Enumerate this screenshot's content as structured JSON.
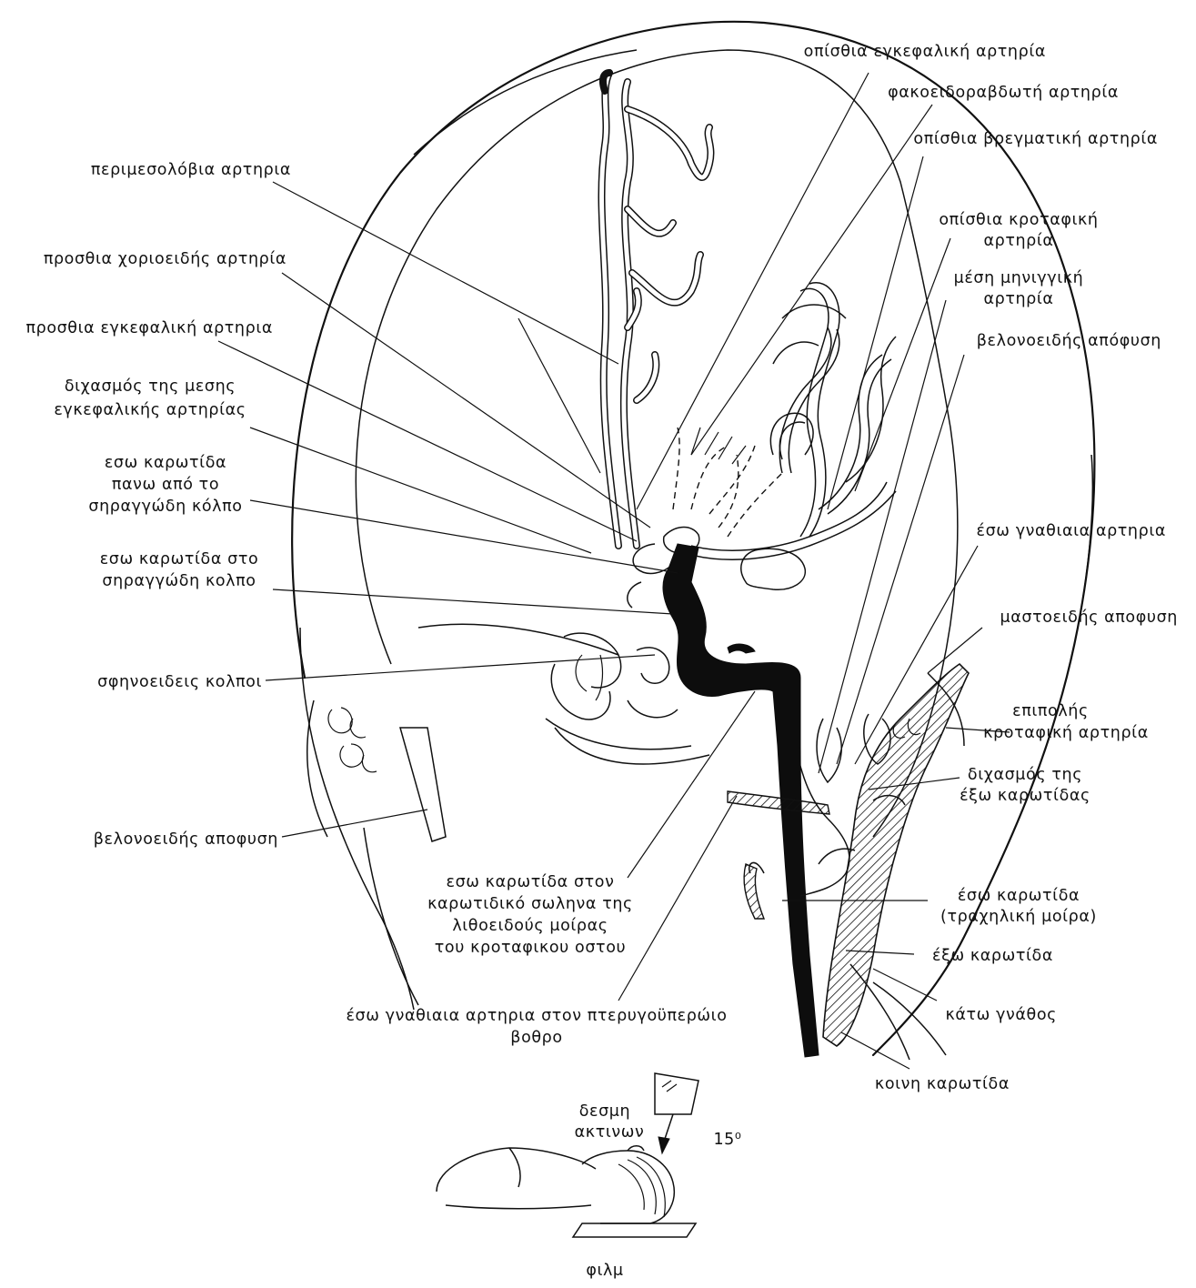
{
  "labels": {
    "posterior_cerebral": "οπίσθια εγκεφαλική αρτηρία",
    "lenticulostriate": "φακοειδοραβδωτή αρτηρία",
    "posterior_parietal": "οπίσθια βρεγματική αρτηρία",
    "pericallosal": "περιμεσολόβια αρτηρια",
    "posterior_temporal_1": "οπίσθια κροταφική",
    "posterior_temporal_2": "αρτηρία",
    "middle_meningeal_1": "μέση μηνιγγική",
    "middle_meningeal_2": "αρτηρία",
    "anterior_choroidal": "προσθια χοριοειδής αρτηρία",
    "styloid_upper": "βελονοειδής απόφυση",
    "anterior_cerebral": "προσθια εγκεφαλική αρτηρια",
    "mca_bifurcation_1": "διχασμός της μεσης",
    "mca_bifurcation_2": "εγκεφαλικής αρτηρίας",
    "ica_above_sinus_1": "εσω καρωτίδα",
    "ica_above_sinus_2": "πανω από το",
    "ica_above_sinus_3": "σηραγγώδη κόλπο",
    "ica_in_sinus_1": "εσω καρωτίδα στο",
    "ica_in_sinus_2": "σηραγγώδη κολπο",
    "internal_maxillary": "έσω γναθιαια αρτηρια",
    "mastoid": "μαστοειδής αποφυση",
    "sphenoid_sinuses": "σφηνοειδεις κολποι",
    "superficial_temporal_1": "επιπολής",
    "superficial_temporal_2": "κροταφική αρτηρία",
    "eca_bifurcation_1": "διχασμός της",
    "eca_bifurcation_2": "έξω καρωτίδας",
    "styloid_lower": "βελονοειδής αποφυση",
    "ica_canal_1": "εσω καρωτίδα στον",
    "ica_canal_2": "καρωτιδικό σωληνα της",
    "ica_canal_3": "λιθοειδούς μοίρας",
    "ica_canal_4": "του κροταφικου οστου",
    "ica_cervical_1": "έσω καρωτίδα",
    "ica_cervical_2": "(τραχηλική μοίρα)",
    "external_carotid": "έξω καρωτίδα",
    "mandible": "κάτω γνάθος",
    "internal_maxillary_fossa_1": "έσω γναθιαια αρτηρια στον πτερυγοϋπερώιο",
    "internal_maxillary_fossa_2": "βοθρο",
    "common_carotid": "κοινη καρωτίδα",
    "beam_1": "δεσμη",
    "beam_2": "ακτινων",
    "angle": "15⁰",
    "film": "φιλμ"
  }
}
